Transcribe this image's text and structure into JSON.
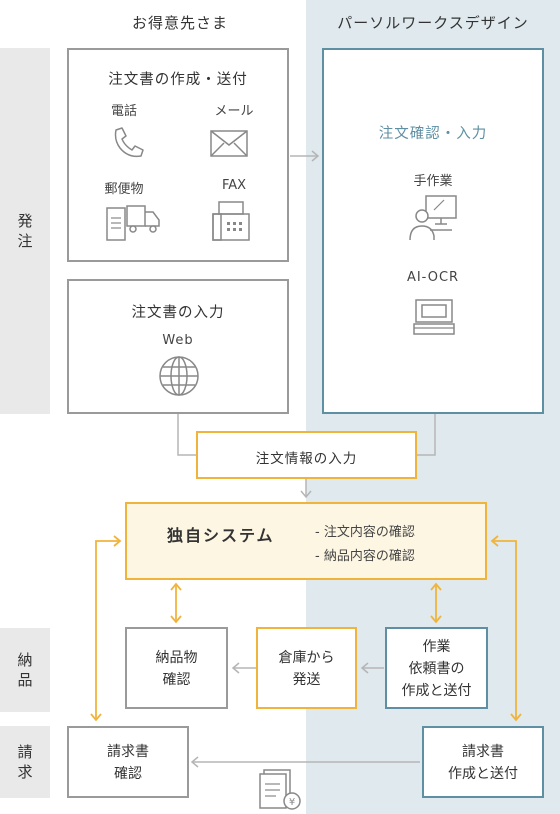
{
  "columns": {
    "client": "お得意先さま",
    "company": "パーソルワークスデザイン"
  },
  "sections": {
    "order": [
      "発",
      "注"
    ],
    "delivery": [
      "納",
      "品"
    ],
    "billing": [
      "請",
      "求"
    ]
  },
  "order_box": {
    "title": "注文書の作成・送付",
    "methods": {
      "phone": "電話",
      "mail": "メール",
      "post": "郵便物",
      "fax": "FAX"
    }
  },
  "web_box": {
    "title": "注文書の入力",
    "web": "Web"
  },
  "confirm_box": {
    "title": "注文確認・入力",
    "manual": "手作業",
    "ocr": "AI-OCR"
  },
  "order_info": "注文情報の入力",
  "system": {
    "title": "独自システム",
    "checks": [
      "- 注文内容の確認",
      "- 納品内容の確認"
    ]
  },
  "delivery_check": [
    "納品物",
    "確認"
  ],
  "ship": [
    "倉庫から",
    "発送"
  ],
  "work_order": [
    "作業",
    "依頼書の",
    "作成と送付"
  ],
  "invoice_check": [
    "請求書",
    "確認"
  ],
  "invoice_send": [
    "請求書",
    "作成と送付"
  ],
  "colors": {
    "teal": "#5e8fa3",
    "yellow": "#f0b43c",
    "gray": "#9a9a9a",
    "panel": "#dfe9ee"
  }
}
